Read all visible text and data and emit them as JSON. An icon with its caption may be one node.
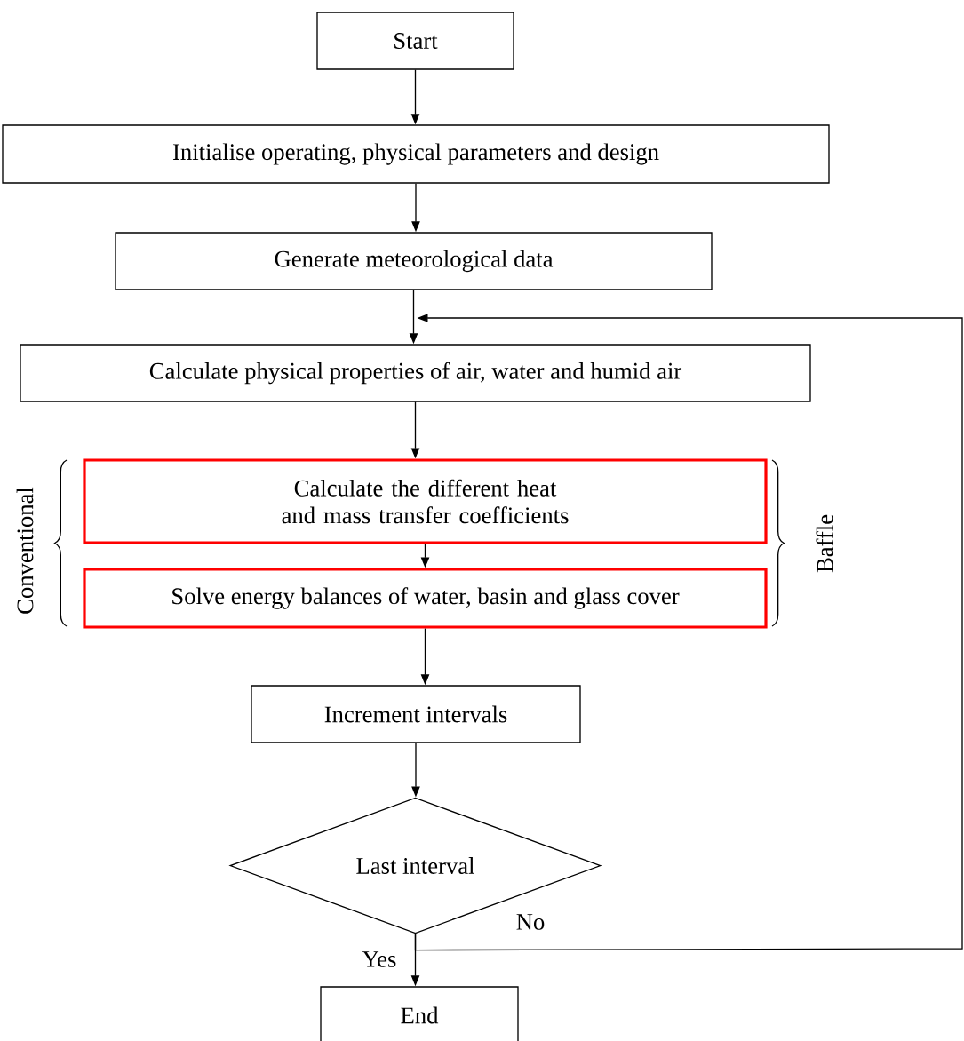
{
  "diagram": {
    "nodes": [
      {
        "text": [
          "Start"
        ]
      },
      {
        "text": [
          "Initialise operating, physical parameters and design"
        ]
      },
      {
        "text": [
          "Generate meteorological data"
        ]
      },
      {
        "text": [
          "Calculate physical properties of air, water and humid air"
        ]
      },
      {
        "text": [
          "Calculate the different heat and mass transfer coefficients"
        ]
      },
      {
        "text": [
          "Solve energy balances of water, basin and glass cover"
        ]
      },
      {
        "text": [
          "Increment intervals"
        ]
      },
      {
        "text": [
          "Last interval"
        ]
      },
      {
        "text": [
          "End"
        ]
      }
    ],
    "edges": [
      {
        "from": 0,
        "to": 1,
        "arrow": "to"
      },
      {
        "from": 1,
        "to": 2,
        "arrow": "to"
      },
      {
        "from": 2,
        "to": 3,
        "arrow": "to"
      },
      {
        "from": 3,
        "to": 4,
        "arrow": "to"
      },
      {
        "from": 4,
        "to": 5,
        "arrow": "to"
      },
      {
        "from": 5,
        "to": 6,
        "arrow": "to"
      },
      {
        "from": 6,
        "to": 7,
        "arrow": "to"
      },
      {
        "from": 7,
        "to": 8,
        "arrow": "to",
        "label": "Yes"
      },
      {
        "from": 7,
        "to": 3,
        "arrow": "to",
        "label": "No"
      }
    ],
    "labels": [
      "Conventional",
      "Baffle"
    ]
  }
}
